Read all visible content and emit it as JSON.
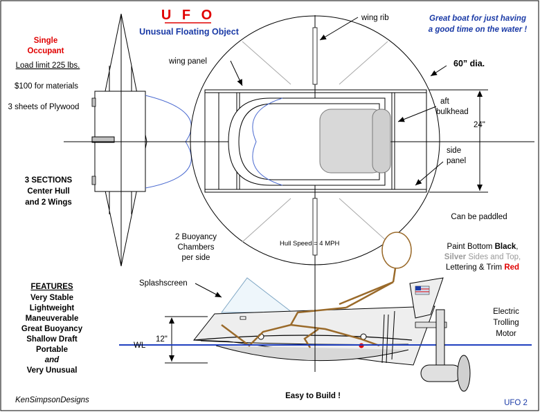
{
  "title": "U F O",
  "subtitle": "Unusual Floating Object",
  "tagline": [
    "Great boat for just having",
    "a good time on the water !"
  ],
  "specs": {
    "occupant": [
      "Single",
      "Occupant"
    ],
    "load_limit": "Load limit 225 lbs.",
    "materials": "$100 for materials",
    "plywood": "3 sheets of Plywood"
  },
  "sections": [
    "3 SECTIONS",
    "Center Hull",
    "and 2 Wings"
  ],
  "labels": {
    "wing_rib": "wing rib",
    "wing_panel": "wing panel",
    "diameter": "60” dia.",
    "aft_bulkhead": [
      "aft",
      "bulkhead"
    ],
    "width": "24\"",
    "side_panel": [
      "side",
      "panel"
    ],
    "paddled": "Can be paddled",
    "buoyancy": [
      "2 Buoyancy",
      "Chambers",
      "per side"
    ],
    "hull_speed": "Hull Speed = 4 MPH",
    "splashscreen": "Splashscreen",
    "depth": "12\"",
    "waterline": "WL",
    "motor": [
      "Electric",
      "Trolling",
      "Motor"
    ]
  },
  "paint": {
    "line1_prefix": "Paint Bottom ",
    "line1_color": "Black",
    "line2_color": "Silver",
    "line2_suffix": " Sides and Top,",
    "line3_prefix": "Lettering & Trim ",
    "line3_color": "Red"
  },
  "features": {
    "heading": "FEATURES",
    "items": [
      "Very Stable",
      "Lightweight",
      "Maneuverable",
      "Great Buoyancy",
      "Shallow Draft",
      "Portable",
      "and",
      "Very Unusual"
    ]
  },
  "footer": {
    "designer": "KenSimpsonDesigns",
    "easy": "Easy to Build !",
    "code": "UFO 2"
  },
  "colors": {
    "title_red": "#e00000",
    "subtitle_blue": "#1a3aa6",
    "waterline_blue": "#1f3fbf",
    "buoyancy_blue": "#4a6ad0",
    "person_brown": "#9a6a2a",
    "seat_gray": "#d8d8d8"
  }
}
